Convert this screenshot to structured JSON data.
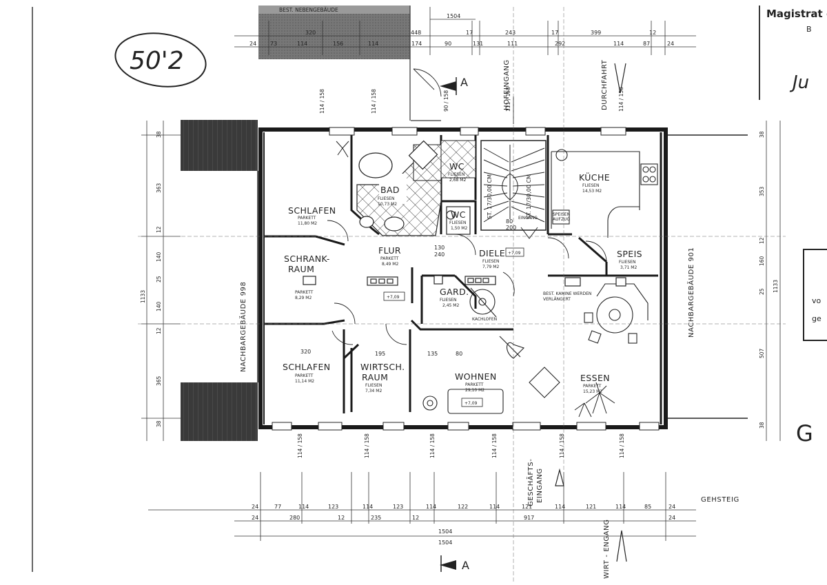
{
  "handwritten_note": "50'2",
  "stamp_title": "Magistrat d",
  "top_block_label": "BEST. NEBENGEBÄUDE",
  "north_arrow": "A",
  "south_arrow": "A",
  "labels": {
    "hofeingang": "HOFEINGANG",
    "durchfahrt": "DURCHFAHRT",
    "nachbar_left": "NACHBARGEBÄUDE 998",
    "nachbar_right": "NACHBARGEBÄUDE 901",
    "geschaefts": "GESCHÄFTS-",
    "eingang": "EINGANG",
    "gehsteig": "GEHSTEIG",
    "wirt_eingang": "WIRT - ENGANG",
    "kachelofen": "KACHLOFEN",
    "kamine": "BEST. KAMINE WERDEN",
    "kamine2": "VERLÄNGERT",
    "stair": "ST. 17/30,00 CM",
    "speisen": "SPEISEN",
    "aufzug": "AUFZUG",
    "eingang_small": "EINGANG",
    "right_g": "G",
    "right_vo": "vo",
    "right_ge": "ge"
  },
  "rooms": [
    {
      "name": "SCHLAFEN",
      "floor": "PARKETT",
      "area": "11,80 M2"
    },
    {
      "name": "SCHRANK-",
      "name2": "RAUM",
      "floor": "PARKETT",
      "area": "8,29 M2"
    },
    {
      "name": "SCHLAFEN",
      "floor": "PARKETT",
      "area": "11,14 M2"
    },
    {
      "name": "WIRTSCH.",
      "name2": "RAUM",
      "floor": "FLIESEN",
      "area": "7,34 M2"
    },
    {
      "name": "BAD",
      "floor": "FLIESEN",
      "area": "10,73 M2"
    },
    {
      "name": "WC",
      "floor": "FLIESEN",
      "area": "2,68 M2"
    },
    {
      "name": "WC",
      "floor": "FLIESEN",
      "area": "1,50 M2"
    },
    {
      "name": "FLUR",
      "floor": "PARKETT",
      "area": "8,49 M2"
    },
    {
      "name": "GARD.",
      "floor": "FLIESEN",
      "area": "2,45 M2"
    },
    {
      "name": "DIELE",
      "floor": "FLIESEN",
      "area": "7,79 M2"
    },
    {
      "name": "KÜCHE",
      "floor": "FLIESEN",
      "area": "14,53 M2"
    },
    {
      "name": "SPEIS",
      "floor": "FLIESEN",
      "area": "3,71 M2"
    },
    {
      "name": "WOHNEN",
      "floor": "PARKETT",
      "area": "29,10 M2"
    },
    {
      "name": "ESSEN",
      "floor": "PARKETT",
      "area": "15,23 M2"
    }
  ],
  "levels": [
    "+7,09",
    "+7,09",
    "+7,09"
  ],
  "dims_top_row1": [
    "320",
    "448",
    "1504",
    "17",
    "243",
    "17",
    "399",
    "12"
  ],
  "dims_top_row2": [
    "24",
    "73",
    "114",
    "156",
    "114",
    "174",
    "90",
    "131",
    "111",
    "292",
    "114",
    "87",
    "24"
  ],
  "dims_bottom_row1": [
    "24",
    "77",
    "114",
    "123",
    "114",
    "123",
    "114",
    "122",
    "114",
    "121",
    "114",
    "121",
    "114",
    "85",
    "24"
  ],
  "dims_bottom_row2": [
    "24",
    "280",
    "12",
    "235",
    "12",
    "917",
    "24"
  ],
  "dims_bottom_total": [
    "1504",
    "1504"
  ],
  "dims_left": [
    "38",
    "363",
    "12",
    "140",
    "25",
    "140",
    "12",
    "365",
    "38",
    "1133"
  ],
  "dims_right": [
    "38",
    "353",
    "12",
    "160",
    "25",
    "1133",
    "507",
    "38"
  ],
  "dims_inner": [
    "320",
    "195",
    "135",
    "80",
    "130",
    "240",
    "80",
    "200"
  ]
}
